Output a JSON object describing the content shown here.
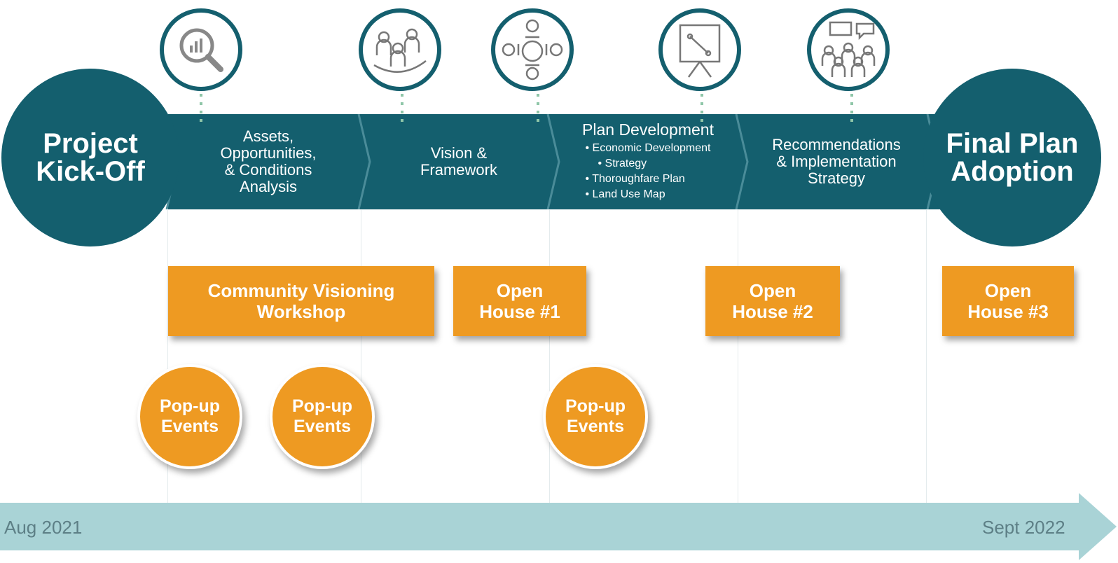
{
  "kickoff": {
    "line1": "Project",
    "line2": "Kick-Off"
  },
  "adoption": {
    "line1": "Final Plan",
    "line2": "Adoption"
  },
  "phases": [
    {
      "lines": [
        "Assets,",
        "Opportunities,",
        "& Conditions",
        "Analysis"
      ]
    },
    {
      "lines": [
        "Vision &",
        "Framework"
      ]
    },
    {
      "title": "Plan Development",
      "bullets": [
        "Economic Development",
        "Strategy",
        "Thoroughfare Plan",
        "Land Use Map"
      ]
    },
    {
      "lines": [
        "Recommendations",
        "& Implementation",
        "Strategy"
      ]
    }
  ],
  "events": [
    {
      "lines": [
        "Community Visioning",
        "Workshop"
      ]
    },
    {
      "lines": [
        "Open",
        "House #1"
      ]
    },
    {
      "lines": [
        "Open",
        "House #2"
      ]
    },
    {
      "lines": [
        "Open",
        "House #3"
      ]
    }
  ],
  "popups": [
    {
      "line1": "Pop-up",
      "line2": "Events"
    },
    {
      "line1": "Pop-up",
      "line2": "Events"
    },
    {
      "line1": "Pop-up",
      "line2": "Events"
    }
  ],
  "timeline": {
    "start": "Aug 2021",
    "end": "Sept 2022"
  },
  "icons": [
    "magnifier-chart-icon",
    "group-meeting-icon",
    "round-table-icon",
    "presentation-board-icon",
    "audience-speech-icon"
  ],
  "colors": {
    "teal": "#145f6e",
    "orange": "#ee9a22",
    "timeline": "#a9d3d6"
  }
}
